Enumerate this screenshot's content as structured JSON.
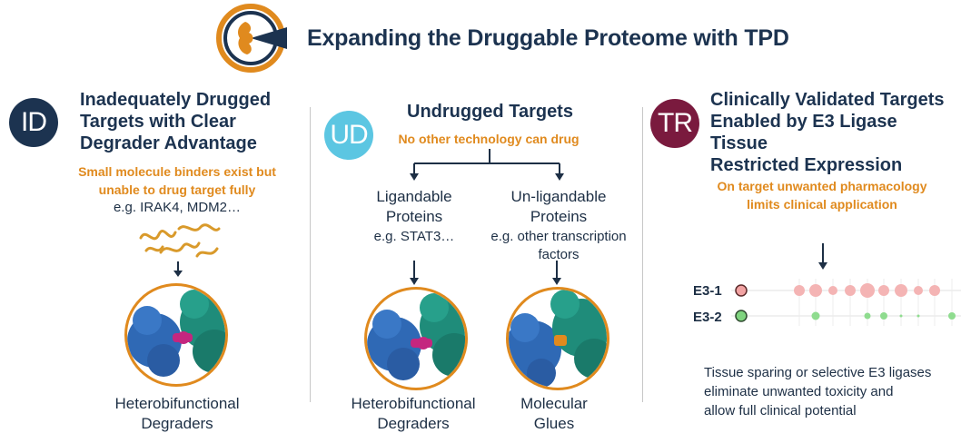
{
  "header": {
    "title": "Expanding the Druggable Proteome with TPD",
    "logo_icon": "tpd-logo-icon"
  },
  "colors": {
    "navy": "#1c3350",
    "orange": "#e08a1e",
    "cyan": "#5cc6e2",
    "maroon": "#7a1a3e",
    "pink": "#f2a3a3",
    "green": "#7fd47f"
  },
  "columns": {
    "id": {
      "badge": "ID",
      "heading_lines": [
        "Inadequately Drugged",
        "Targets with Clear",
        "Degrader Advantage"
      ],
      "subtitle_lines": [
        "Small molecule binders exist but",
        "unable to drug target fully"
      ],
      "example": "e.g. IRAK4, MDM2…",
      "caption_lines": [
        "Heterobifunctional",
        "Degraders"
      ]
    },
    "ud": {
      "badge": "UD",
      "heading": "Undrugged Targets",
      "subtitle": "No other technology can drug",
      "left": {
        "label_lines": [
          "Ligandable",
          "Proteins"
        ],
        "example": "e.g. STAT3…",
        "caption_lines": [
          "Heterobifunctional",
          "Degraders"
        ]
      },
      "right": {
        "label_lines": [
          "Un-ligandable",
          "Proteins"
        ],
        "example_lines": [
          "e.g. other transcription",
          "factors"
        ],
        "caption_lines": [
          "Molecular",
          "Glues"
        ]
      }
    },
    "tr": {
      "badge": "TR",
      "heading_lines": [
        "Clinically Validated Targets",
        "Enabled by E3 Ligase Tissue",
        "Restricted Expression"
      ],
      "subtitle_lines": [
        "On target unwanted pharmacology",
        "limits clinical application"
      ],
      "e3_rows": [
        "E3-1",
        "E3-2"
      ],
      "footer_lines": [
        "Tissue sparing or selective E3 ligases",
        "eliminate unwanted toxicity and",
        "allow full clinical potential"
      ]
    }
  }
}
